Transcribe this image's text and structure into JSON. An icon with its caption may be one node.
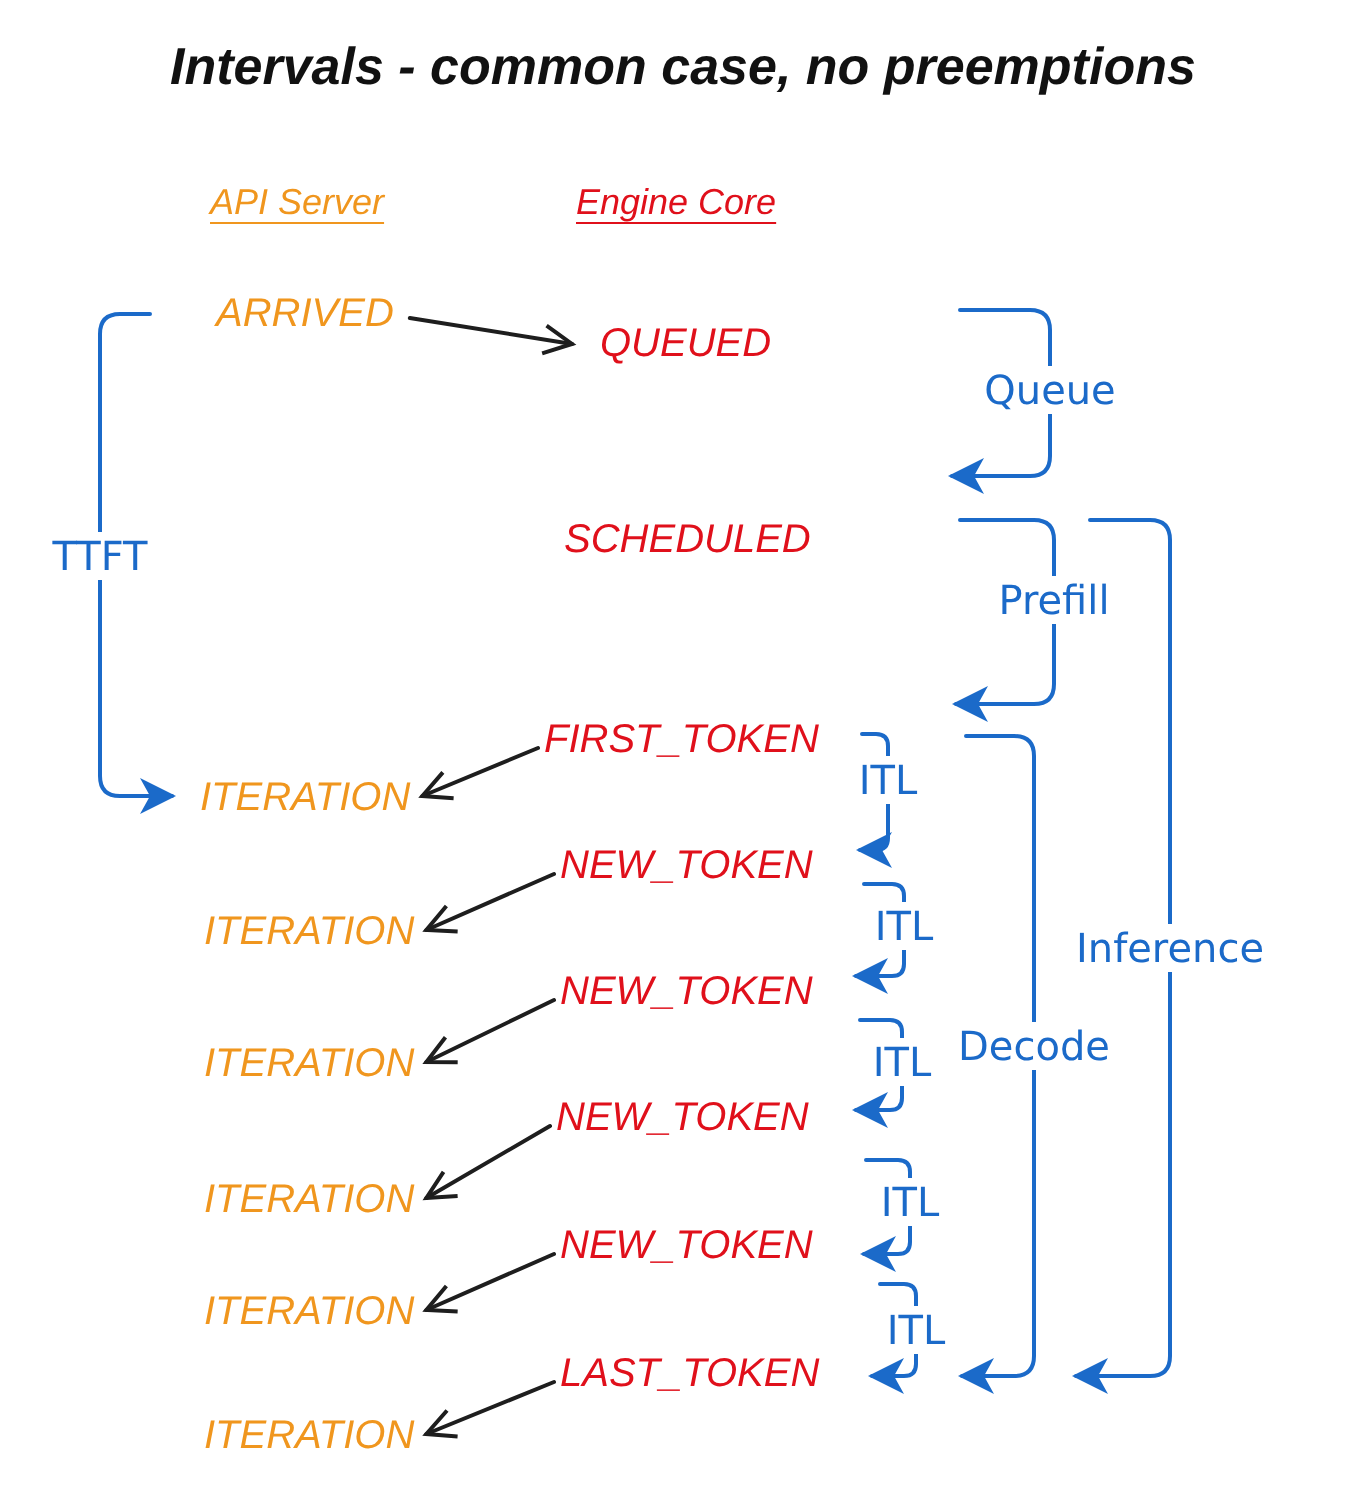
{
  "diagram": {
    "title": "Intervals - common case, no preemptions",
    "nodes": [
      {
        "text": [
          "ARRIVED"
        ]
      },
      {
        "text": [
          "QUEUED"
        ]
      },
      {
        "text": [
          "SCHEDULED"
        ]
      },
      {
        "text": [
          "FIRST_TOKEN"
        ]
      },
      {
        "text": [
          "ITERATION"
        ]
      },
      {
        "text": [
          "NEW_TOKEN"
        ]
      },
      {
        "text": [
          "ITERATION"
        ]
      },
      {
        "text": [
          "NEW_TOKEN"
        ]
      },
      {
        "text": [
          "ITERATION"
        ]
      },
      {
        "text": [
          "NEW_TOKEN"
        ]
      },
      {
        "text": [
          "ITERATION"
        ]
      },
      {
        "text": [
          "NEW_TOKEN"
        ]
      },
      {
        "text": [
          "ITERATION"
        ]
      },
      {
        "text": [
          "LAST_TOKEN"
        ]
      },
      {
        "text": [
          "ITERATION"
        ]
      }
    ],
    "edges": [
      {
        "from": 0,
        "to": 1,
        "arrow": "to",
        "color": "#1e1e1e"
      },
      {
        "from": 3,
        "to": 4,
        "arrow": "to",
        "color": "#1e1e1e"
      },
      {
        "from": 5,
        "to": 6,
        "arrow": "to",
        "color": "#1e1e1e"
      },
      {
        "from": 7,
        "to": 8,
        "arrow": "to",
        "color": "#1e1e1e"
      },
      {
        "from": 9,
        "to": 10,
        "arrow": "to",
        "color": "#1e1e1e"
      },
      {
        "from": 11,
        "to": 12,
        "arrow": "to",
        "color": "#1e1e1e"
      },
      {
        "from": 13,
        "to": 14,
        "arrow": "to",
        "color": "#1e1e1e"
      }
    ],
    "labels": [
      "API Server",
      "Engine Core",
      "Queue",
      "TTFT",
      "Prefill",
      "ITL",
      "ITL",
      "Inference",
      "Decode",
      "ITL",
      "ITL",
      "ITL"
    ]
  }
}
